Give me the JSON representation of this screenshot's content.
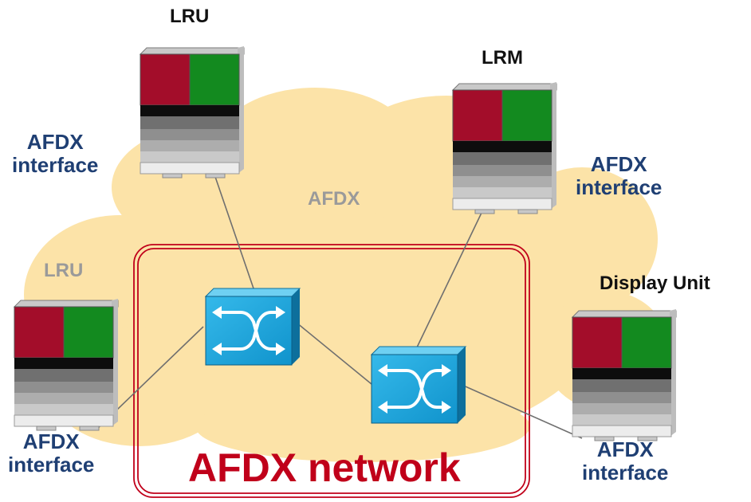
{
  "labels": {
    "lru_top": "LRU",
    "lrm": "LRM",
    "lru_left": "LRU",
    "display_unit": "Display Unit",
    "cloud": "AFDX",
    "network": "AFDX network",
    "interface_1": "AFDX\ninterface",
    "interface_2": "AFDX\ninterface",
    "interface_3": "AFDX\ninterface",
    "interface_4": "AFDX\ninterface"
  },
  "colors": {
    "cloud": "#fce3a8",
    "switch": "#1aa3d8",
    "switch_dark": "#0d6f9c",
    "network_border": "#c0001a",
    "unit_red": "#a30d2a",
    "unit_green": "#138a1f",
    "label_blue": "#1f3f73"
  },
  "icons": {
    "unit": "rack-unit-icon",
    "switch": "network-switch-icon"
  }
}
